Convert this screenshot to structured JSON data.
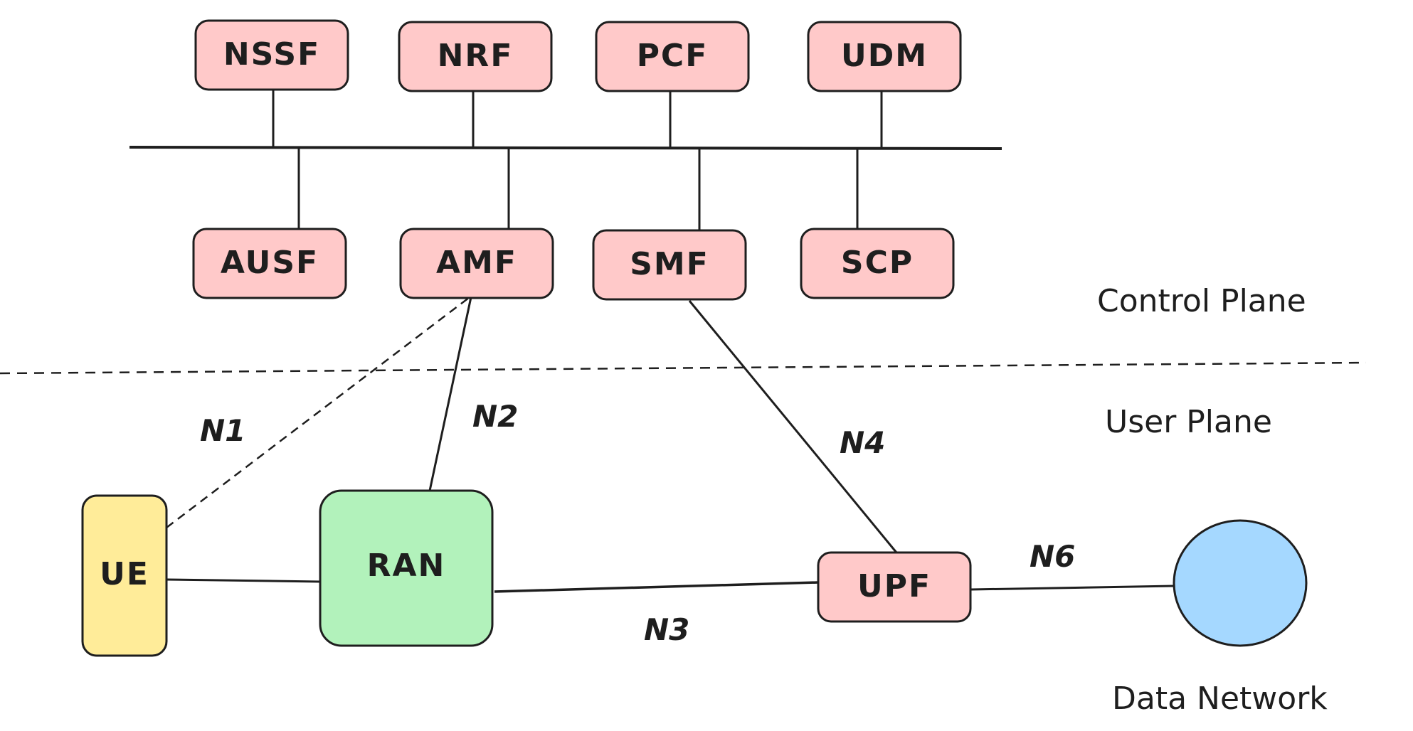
{
  "diagram": {
    "nodes": {
      "nssf": {
        "label": "NSSF",
        "color": "#ffc9c9"
      },
      "nrf": {
        "label": "NRF",
        "color": "#ffc9c9"
      },
      "pcf": {
        "label": "PCF",
        "color": "#ffc9c9"
      },
      "udm": {
        "label": "UDM",
        "color": "#ffc9c9"
      },
      "ausf": {
        "label": "AUSF",
        "color": "#ffc9c9"
      },
      "amf": {
        "label": "AMF",
        "color": "#ffc9c9"
      },
      "smf": {
        "label": "SMF",
        "color": "#ffc9c9"
      },
      "scp": {
        "label": "SCP",
        "color": "#ffc9c9"
      },
      "ue": {
        "label": "UE",
        "color": "#ffec99"
      },
      "ran": {
        "label": "RAN",
        "color": "#b2f2bb"
      },
      "upf": {
        "label": "UPF",
        "color": "#ffc9c9"
      },
      "data_network": {
        "label": "",
        "color": "#a5d8ff"
      }
    },
    "links": {
      "n1": {
        "label": "N1",
        "from": "UE",
        "to": "AMF",
        "style": "dashed"
      },
      "n2": {
        "label": "N2",
        "from": "RAN",
        "to": "AMF",
        "style": "solid"
      },
      "n3": {
        "label": "N3",
        "from": "RAN",
        "to": "UPF",
        "style": "solid"
      },
      "n4": {
        "label": "N4",
        "from": "SMF",
        "to": "UPF",
        "style": "solid"
      },
      "n6": {
        "label": "N6",
        "from": "UPF",
        "to": "Data Network",
        "style": "solid"
      }
    },
    "regions": {
      "control_plane": "Control Plane",
      "user_plane": "User Plane",
      "data_network": "Data Network"
    }
  }
}
